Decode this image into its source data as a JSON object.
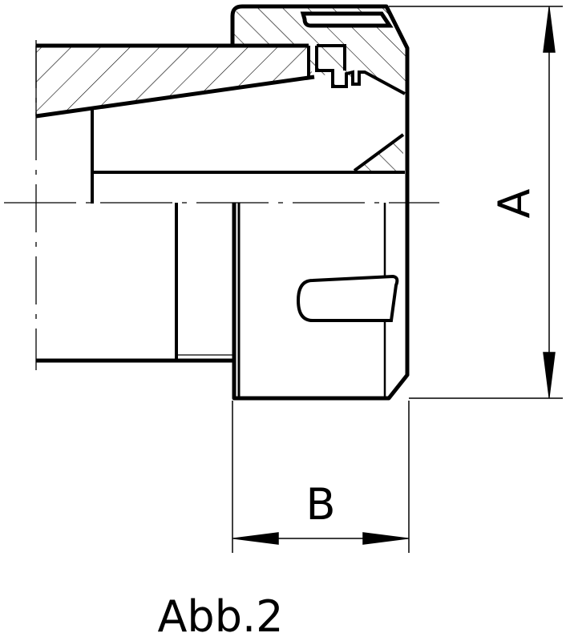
{
  "drawing": {
    "dimension_a_label": "A",
    "dimension_b_label": "B",
    "caption": "Abb.2"
  },
  "colors": {
    "line": "#000000",
    "background": "#ffffff"
  }
}
